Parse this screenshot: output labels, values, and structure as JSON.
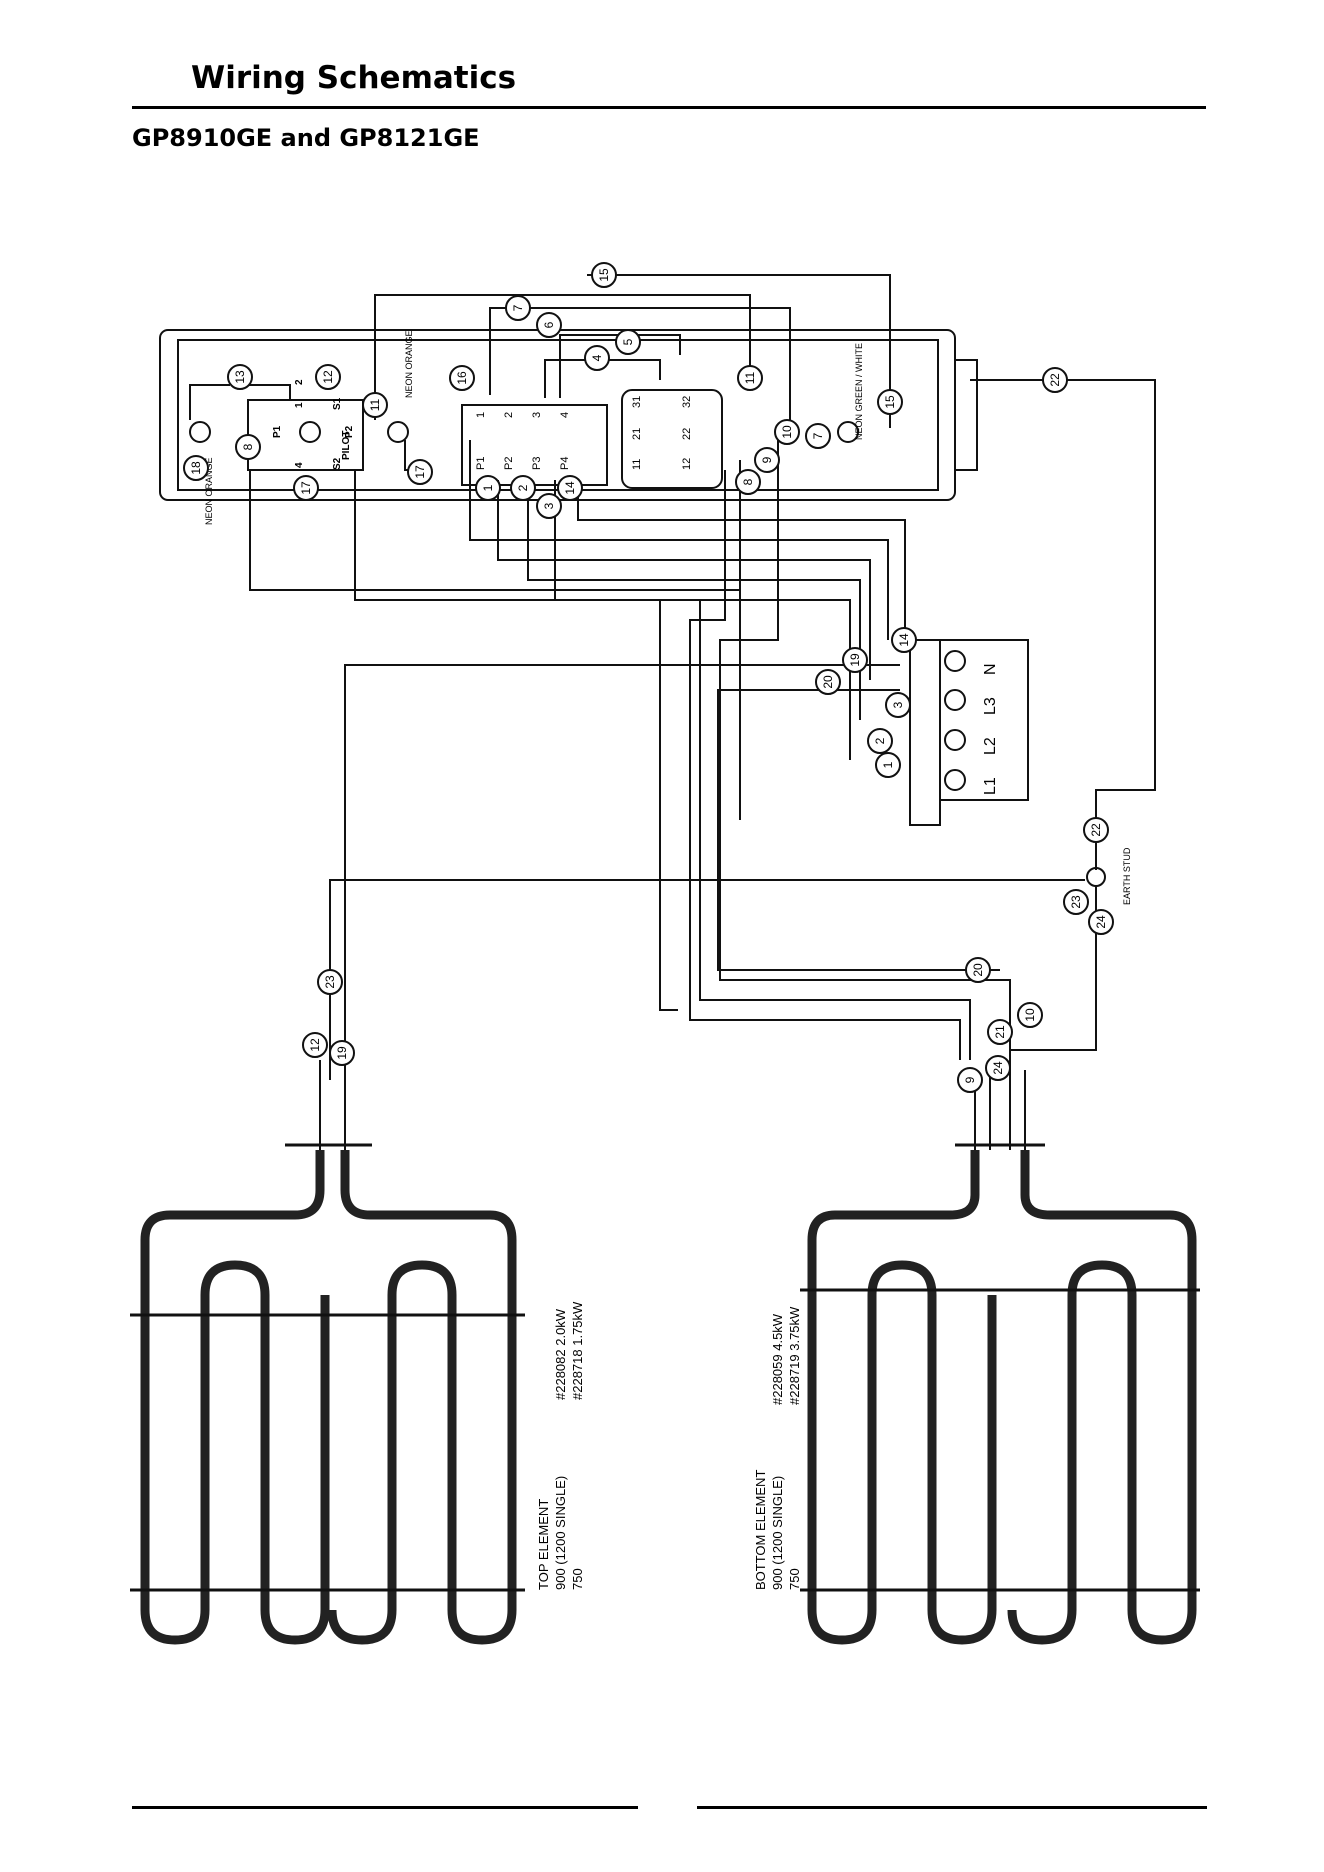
{
  "page": {
    "section_title": "Wiring Schematics",
    "model_title": "GP8910GE and GP8121GE"
  },
  "labels": {
    "neon_left": "NEON ORANGE",
    "neon_mid": "NEON ORANGE",
    "neon_right": "NEON GREEN / WHITE",
    "pilot": "PILOT",
    "earth_stud": "EARTH STUD",
    "switch_poles": [
      "P1",
      "P2",
      "P3",
      "P4"
    ],
    "switch_nums": [
      "1",
      "2",
      "3",
      "4"
    ],
    "relay_contacts": [
      "11",
      "12",
      "21",
      "22",
      "31",
      "32"
    ],
    "thermostat_terms": [
      "P1",
      "P2",
      "S1",
      "S2",
      "1",
      "2",
      "4"
    ],
    "terminal_block": [
      "L1",
      "L2",
      "L3",
      "N"
    ],
    "top_element": {
      "lines": [
        "TOP ELEMENT",
        "900 (1200 SINGLE)",
        "750"
      ],
      "parts": [
        "#228082 2.0kW",
        "#228718 1.75kW"
      ]
    },
    "bottom_element": {
      "lines": [
        "BOTTOM ELEMENT",
        "900 (1200 SINGLE)",
        "750"
      ],
      "parts": [
        "#228059 4.5kW",
        "#228719 3.75kW"
      ]
    }
  },
  "wire_numbers": [
    "1",
    "2",
    "3",
    "4",
    "5",
    "6",
    "7",
    "8",
    "9",
    "10",
    "11",
    "12",
    "13",
    "14",
    "15",
    "16",
    "17",
    "18",
    "19",
    "20",
    "21",
    "22",
    "23",
    "24"
  ]
}
